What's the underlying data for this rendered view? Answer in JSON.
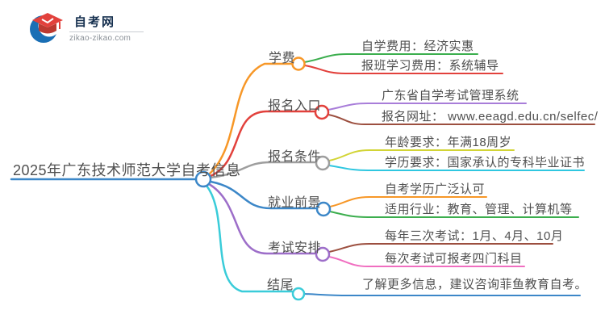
{
  "logo": {
    "title": "自考网",
    "domain": "zikao-zikao.com",
    "icon": "graduation-cap-crescent-logo",
    "colors": {
      "crescent": "#1a6fb5",
      "cap": "#e2413c",
      "cap_dark": "#bc3a31",
      "title": "#16304f"
    }
  },
  "mindmap": {
    "root": {
      "label": "2025年广东技术师范大学自考信息",
      "color": "#3c87c8"
    },
    "branches": [
      {
        "label": "学费",
        "color": "#f79727",
        "children": [
          {
            "text": "自学费用：经济实惠",
            "color": "#3cae4e"
          },
          {
            "text": "报班学习费用：系统辅导",
            "color": "#e2413c"
          }
        ]
      },
      {
        "label": "报名入口",
        "color": "#e2413c",
        "children": [
          {
            "text": "广东省自学考试管理系统",
            "color": "#a87dd9"
          },
          {
            "text": "报名网址： www.eeagd.edu.cn/selfec/",
            "color": "#9c4f3f"
          }
        ]
      },
      {
        "label": "报名条件",
        "color": "#9e9e9e",
        "children": [
          {
            "text": "年龄要求：年满18周岁",
            "color": "#d2d435"
          },
          {
            "text": "学历要求：国家承认的专科毕业证书",
            "color": "#2fc7e0"
          }
        ]
      },
      {
        "label": "就业前景",
        "color": "#3c87c8",
        "children": [
          {
            "text": "自考学历广泛认可",
            "color": "#f79727"
          },
          {
            "text": "适用行业：教育、管理、计算机等",
            "color": "#3cae4e"
          }
        ]
      },
      {
        "label": "考试安排",
        "color": "#9d6ec9",
        "children": [
          {
            "text": "每年三次考试：1月、4月、10月",
            "color": "#9c4f3f"
          },
          {
            "text": "每次考试可报考四门科目",
            "color": "#f06ec0"
          }
        ]
      },
      {
        "label": "结尾",
        "color": "#3accd9",
        "children": [
          {
            "text": "了解更多信息，建议咨询菲鱼教育自考。",
            "color": "#3c87c8"
          }
        ]
      }
    ]
  }
}
